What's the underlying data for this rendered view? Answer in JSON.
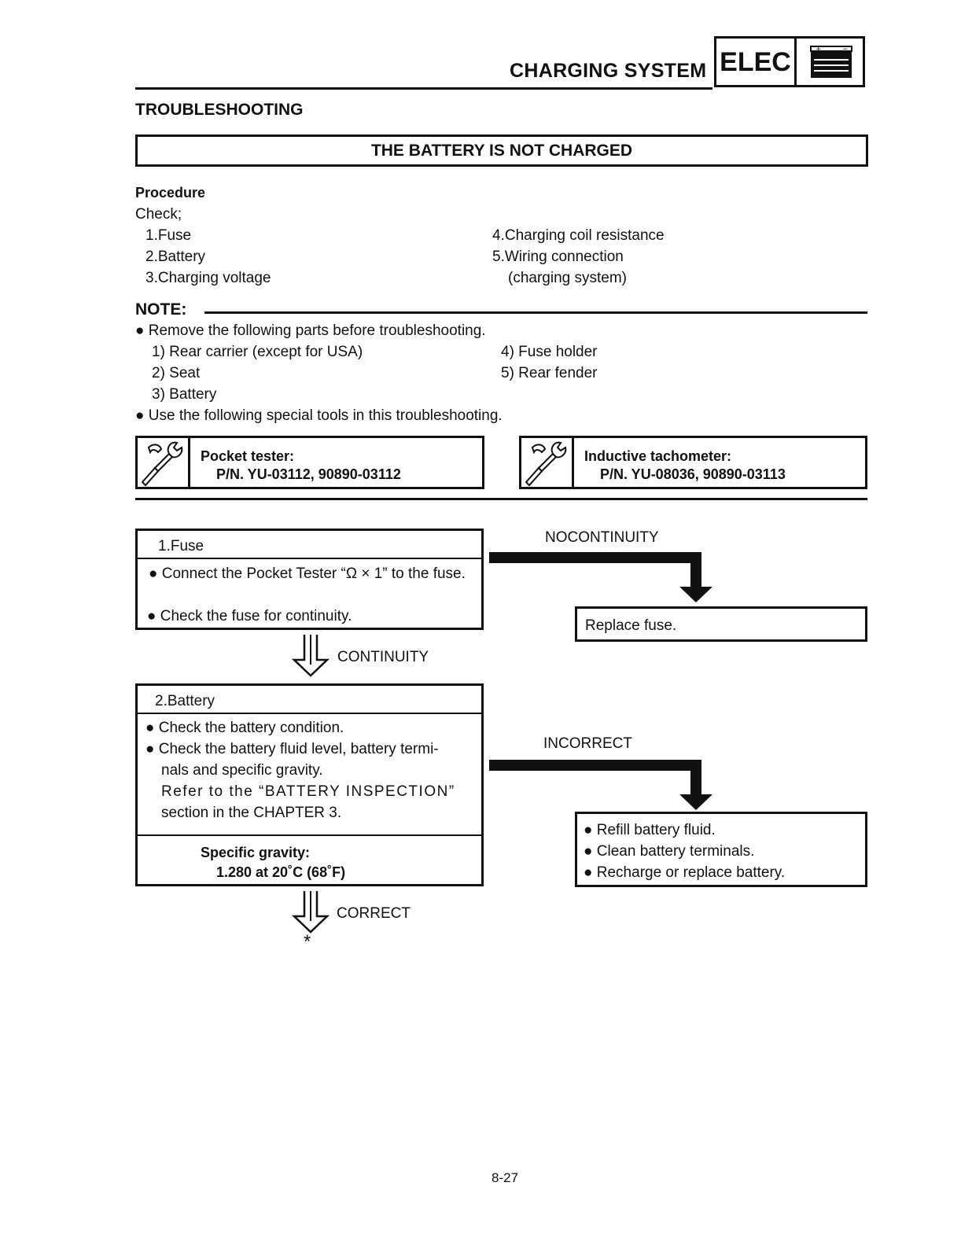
{
  "header": {
    "title": "CHARGING SYSTEM",
    "badge": "ELEC",
    "badge_icon": "battery-icon"
  },
  "section_title": "TROUBLESHOOTING",
  "banner": "THE BATTERY IS NOT CHARGED",
  "procedure": {
    "title": "Procedure",
    "intro": "Check;",
    "left_items": [
      "1.Fuse",
      "2.Battery",
      "3.Charging voltage"
    ],
    "right_items": [
      "4.Charging coil resistance",
      "5.Wiring connection",
      "(charging system)"
    ]
  },
  "note": {
    "label": "NOTE:",
    "bullet1": "Remove the following parts before troubleshooting.",
    "parts_left": [
      "1) Rear carrier (except for USA)",
      "2) Seat",
      "3) Battery"
    ],
    "parts_right": [
      "4) Fuse holder",
      "5) Rear fender"
    ],
    "bullet2": "Use the following special tools in this troubleshooting."
  },
  "tools": [
    {
      "name": "Pocket tester:",
      "pn": "P/N. YU-03112, 90890-03112",
      "icon": "wrench-icon"
    },
    {
      "name": "Inductive tachometer:",
      "pn": "P/N. YU-08036, 90890-03113",
      "icon": "wrench-icon"
    }
  ],
  "flow": {
    "fuse": {
      "title": "1.Fuse",
      "b1": "Connect the Pocket Tester “Ω × 1” to the fuse.",
      "b2": "Check the fuse for continuity.",
      "fail_label": "NOCONTINUITY",
      "fail_action": "Replace fuse.",
      "pass_label": "CONTINUITY"
    },
    "battery": {
      "title": "2.Battery",
      "b1": "Check the battery condition.",
      "b2_line1": "Check the battery fluid level, battery termi-",
      "b2_line2": "nals and specific gravity.",
      "b2_line3": "Refer to the “BATTERY INSPECTION”",
      "b2_line4": "section in the CHAPTER 3.",
      "spec_label": "Specific gravity:",
      "spec_value": "1.280 at 20˚C (68˚F)",
      "fail_label": "INCORRECT",
      "fail_actions": [
        "Refill battery fluid.",
        "Clean battery terminals.",
        "Recharge or replace battery."
      ],
      "pass_label": "CORRECT",
      "continue_mark": "*"
    }
  },
  "page_number": "8-27"
}
